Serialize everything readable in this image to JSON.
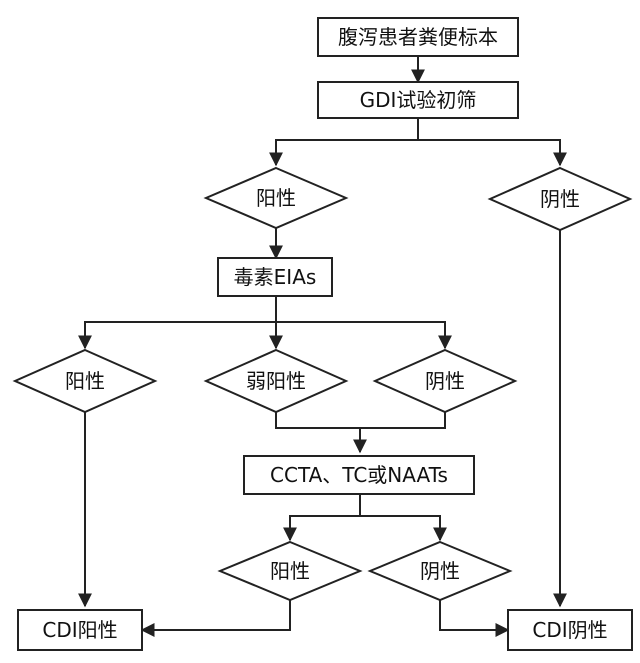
{
  "nodes": {
    "sample": "腹泻患者粪便标本",
    "gdi": "GDI试验初筛",
    "gdi_pos": "阳性",
    "gdi_neg": "阴性",
    "eia": "毒素EIAs",
    "eia_pos": "阳性",
    "eia_weak": "弱阳性",
    "eia_neg": "阴性",
    "confirm": "CCTA、TC或NAATs",
    "confirm_pos": "阳性",
    "confirm_neg": "阴性",
    "cdi_pos": "CDI阳性",
    "cdi_neg": "CDI阴性"
  }
}
